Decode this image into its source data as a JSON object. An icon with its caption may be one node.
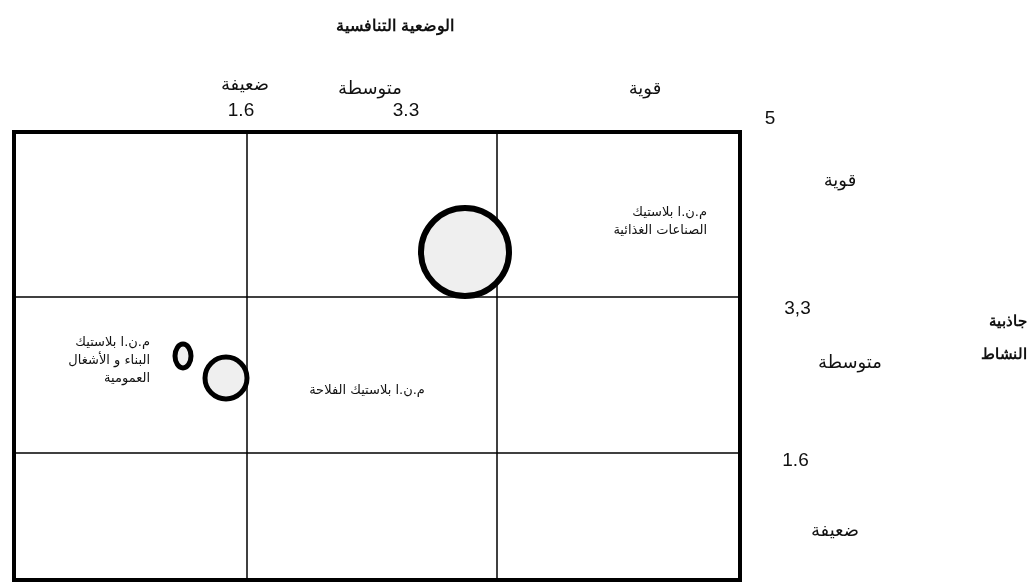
{
  "diagram": {
    "nodes": [
      {
        "text": [],
        "shape": "circle"
      },
      {
        "text": [],
        "shape": "circle"
      },
      {
        "text": [],
        "shape": "circle"
      }
    ],
    "labels": [
      "الوضعية التنافسية",
      "ضعيفة",
      "1.6",
      "متوسطة",
      "3.3",
      "قوية",
      "5",
      "قوية",
      "م.ن.ا بلاستيك الصناعات الغذائية",
      "3,3",
      "جاذبية النشاط",
      "م.ن.ا بلاستيك البناء و الأشغال العمومية",
      "متوسطة",
      "م.ن.ا بلاستيك الفلاحة",
      "1.6",
      "ضعيفة"
    ]
  }
}
